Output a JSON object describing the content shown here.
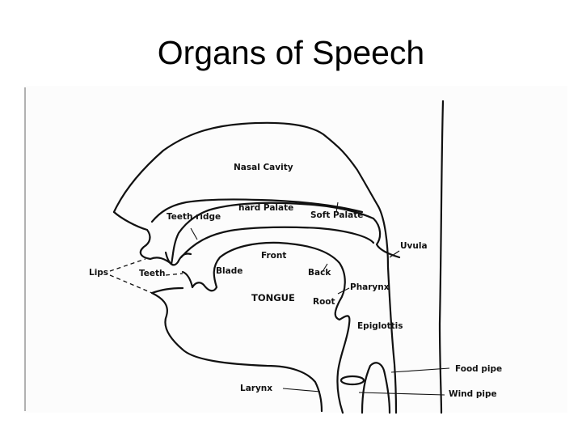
{
  "title": "Organs of Speech",
  "labels": {
    "nasal_cavity": "Nasal Cavity",
    "hard_palate": "hard Palate",
    "soft_palate": "Soft Palate",
    "teeth_ridge": "Teeth ridge",
    "uvula": "Uvula",
    "lips": "Lips",
    "teeth": "Teeth",
    "blade": "Blade",
    "front": "Front",
    "back": "Back",
    "tongue": "TONGUE",
    "pharynx": "Pharynx",
    "root": "Root",
    "epiglottis": "Epiglottis",
    "food_pipe": "Food pipe",
    "wind_pipe": "Wind pipe",
    "larynx": "Larynx"
  }
}
